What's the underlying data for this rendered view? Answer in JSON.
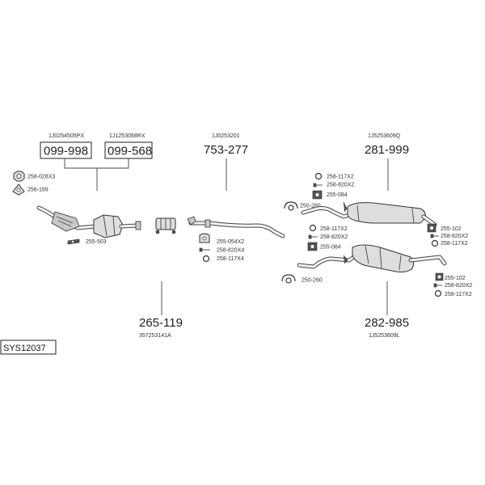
{
  "system_code": "SYS12037",
  "groups": [
    {
      "key": "front_a",
      "part_no": "099-998",
      "oe_no": "1J0254505PX"
    },
    {
      "key": "front_b",
      "part_no": "099-568",
      "oe_no": "1J1253058RX"
    },
    {
      "key": "mid",
      "part_no": "753-277",
      "oe_no": "1J0253201"
    },
    {
      "key": "rear_upper",
      "part_no": "281-999",
      "oe_no": "1J5253609Q"
    },
    {
      "key": "front_pipe",
      "part_no": "265-119",
      "oe_no": "357253141A"
    },
    {
      "key": "rear_lower",
      "part_no": "282-985",
      "oe_no": "1J5253609L"
    }
  ],
  "accessories": {
    "nut": "258-028X3",
    "gasket": "256-189",
    "bracket_front": "255-503",
    "clamp_mid": "255-054X2",
    "bolt_mid": "258-820X4",
    "ring_mid": "258-117X4",
    "ru_ring": "258-117X2",
    "ru_bolt": "258-820X2",
    "ru_hanger": "255-084",
    "ru_clamp": "250-260",
    "ru_ring_b": "258-117X2",
    "ru_bolt_b": "258-820X2",
    "ru_hanger_b": "255-084",
    "ru_right_hanger": "255-102",
    "ru_right_bolt": "258-820X2",
    "ru_right_ring": "258-117X2",
    "rl_clamp": "250-260",
    "rl_right_hanger": "255-102",
    "rl_right_bolt": "258-820X2",
    "rl_right_ring": "258-117X2"
  },
  "colors": {
    "line": "#444444",
    "part_fill": "#dedede",
    "text": "#222222"
  },
  "icons": [
    "nut-icon",
    "gasket-icon",
    "bracket-icon",
    "clamp-icon",
    "bolt-icon",
    "ring-icon",
    "hanger-icon"
  ]
}
